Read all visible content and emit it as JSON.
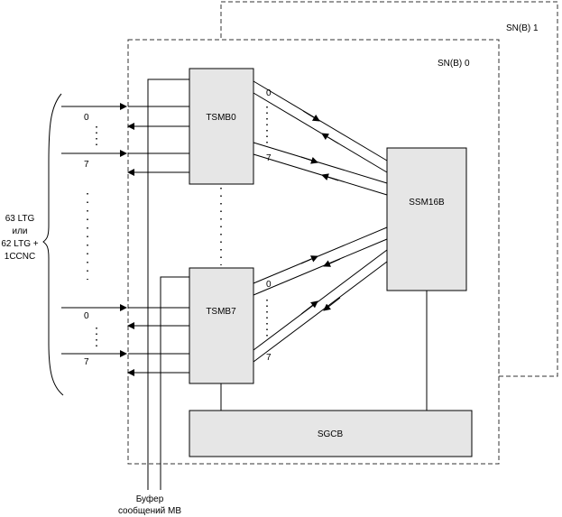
{
  "frames": {
    "outer": "SN(B) 1",
    "inner": "SN(B) 0"
  },
  "blocks": {
    "tsmb_top": "TSMB0",
    "tsmb_bottom": "TSMB7",
    "ssm": "SSM16B",
    "sgcb": "SGCB"
  },
  "link_labels": {
    "top_in_first": "0",
    "top_in_last": "7",
    "bottom_in_first": "0",
    "bottom_in_last": "7",
    "top_out_first": "0",
    "top_out_last": "7",
    "bottom_out_first": "0",
    "bottom_out_last": "7"
  },
  "left_group": {
    "line1": "63 LTG",
    "line2": "или",
    "line3": "62 LTG +",
    "line4": "1CCNC"
  },
  "buffer": {
    "line1": "Буфер",
    "line2": "сообщений МВ"
  },
  "colors": {
    "block_fill": "#e6e6e6",
    "line": "#000000",
    "frame_dash": "#333333"
  }
}
